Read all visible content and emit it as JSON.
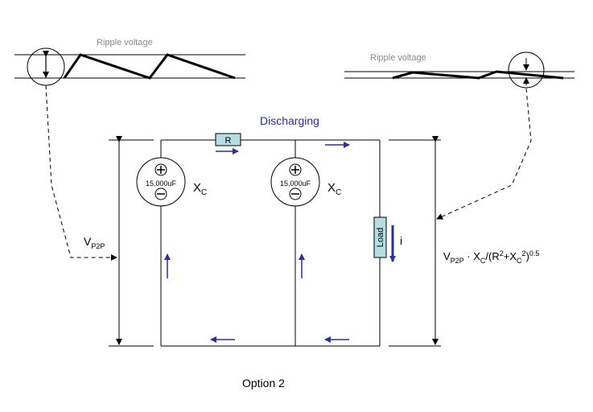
{
  "ripple_left": {
    "label": "Ripple voltage"
  },
  "ripple_right": {
    "label": "Ripple voltage"
  },
  "title": "Discharging",
  "resistor": {
    "label": "R"
  },
  "capacitor_left": {
    "value": "15,000uF",
    "plus": "+",
    "minus": "−",
    "name_main": "X",
    "name_sub": "C"
  },
  "capacitor_right": {
    "value": "15,000uF",
    "plus": "+",
    "minus": "−",
    "name_main": "X",
    "name_sub": "C"
  },
  "load": {
    "label": "Load",
    "current": "i"
  },
  "vp2p_left": {
    "main": "V",
    "sub": "P2P"
  },
  "formula": {
    "v": "V",
    "vsub": "P2P",
    "dot": " · X",
    "xsub": "C",
    "div": "/(R",
    "sup2a": "2",
    "plus": "+X",
    "xsub2": "C",
    "sup2b": "2",
    "close": ")",
    "exp": "0.5"
  },
  "caption": "Option 2",
  "colors": {
    "arrow": "#2e2e9a",
    "box_fill": "#b7dde4",
    "label_gray": "#8a8a8a",
    "title_blue": "#2e2e9a"
  }
}
